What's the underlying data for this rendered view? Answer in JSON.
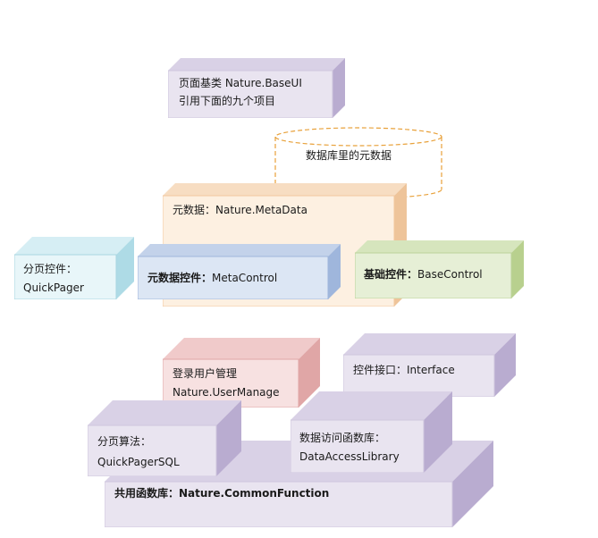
{
  "diagram": {
    "base_ui": {
      "line1": "页面基类 Nature.BaseUI",
      "line2": "引用下面的九个项目"
    },
    "database": {
      "label": "数据库里的元数据"
    },
    "metadata": {
      "label": "元数据：Nature.MetaData"
    },
    "quickpager": {
      "line1": "分页控件：",
      "line2": "QuickPager"
    },
    "metacontrol": {
      "bold": "元数据控件：",
      "rest": "MetaControl"
    },
    "basecontrol": {
      "bold": "基础控件：",
      "rest": "BaseControl"
    },
    "usermanage": {
      "line1": "登录用户管理",
      "line2": "Nature.UserManage"
    },
    "interface": {
      "label": "控件接口：Interface"
    },
    "quickpagersql": {
      "line1": "分页算法：",
      "line2": "QuickPagerSQL"
    },
    "dataaccess": {
      "line1": "数据访问函数库：",
      "line2": "DataAccessLibrary"
    },
    "commonfunction": {
      "label": "共用函数库：Nature.CommonFunction"
    }
  },
  "colors": {
    "lavender_front": "#e9e4f0",
    "lavender_top": "#d9d1e6",
    "lavender_side": "#b9acd0",
    "peach_front": "#fdf0e1",
    "blue_front": "#dce6f4",
    "green_front": "#e6efd6",
    "cyan_front": "#e8f6f9",
    "pink_front": "#f7e1e1",
    "orange_dash": "#e8a13a"
  }
}
